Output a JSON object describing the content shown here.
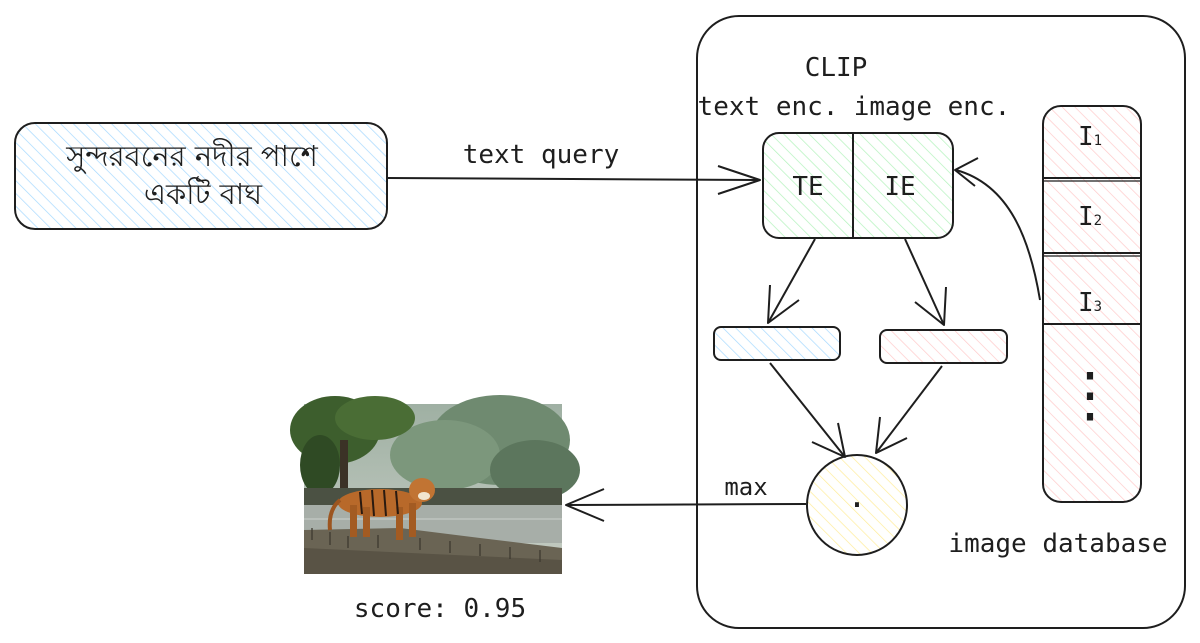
{
  "query": {
    "line1": "সুন্দরবনের নদীর পাশে",
    "line2": "একটি বাঘ"
  },
  "labels": {
    "text_query": "text query",
    "clip": "CLIP",
    "text_enc": "text enc.",
    "image_enc": "image enc.",
    "te": "TE",
    "ie": "IE",
    "max": "max",
    "dot": "·",
    "image_database": "image database",
    "score": "score: 0.95"
  },
  "database": {
    "items": [
      {
        "letter": "I",
        "index": "1"
      },
      {
        "letter": "I",
        "index": "2"
      },
      {
        "letter": "I",
        "index": "3"
      }
    ],
    "more": "⋮"
  },
  "colors": {
    "query_fill": "#a5d8ff",
    "encoder_fill": "#b2f2bb",
    "db_fill": "#ffc9c9",
    "text_vec_fill": "#a5d8ff",
    "image_vec_fill": "#ffc9c9",
    "score_fill": "#ffec99",
    "stroke": "#1e1e1e"
  }
}
